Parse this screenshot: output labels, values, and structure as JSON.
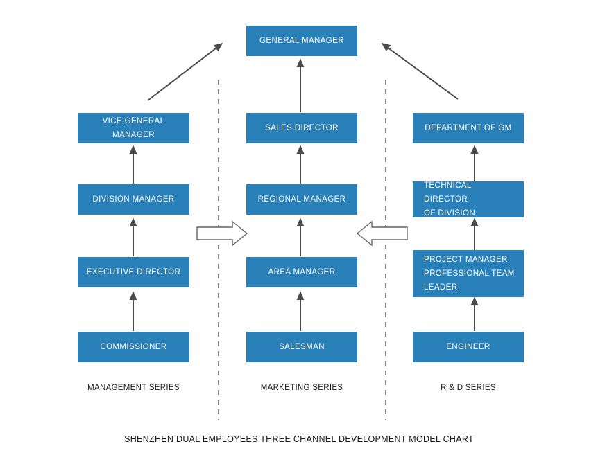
{
  "chart_data": {
    "type": "diagram",
    "title": "SHENZHEN DUAL EMPLOYEES THREE CHANNEL DEVELOPMENT MODEL CHART",
    "top_node": {
      "label": "GENERAL MANAGER"
    },
    "columns": [
      {
        "key": "management",
        "series_label": "MANAGEMENT SERIES",
        "nodes": [
          {
            "label": "VICE GENERAL MANAGER",
            "align": "center"
          },
          {
            "label": "DIVISION MANAGER",
            "align": "center"
          },
          {
            "label": "EXECUTIVE DIRECTOR",
            "align": "center"
          },
          {
            "label": "COMMISSIONER",
            "align": "center"
          }
        ]
      },
      {
        "key": "marketing",
        "series_label": "MARKETING SERIES",
        "nodes": [
          {
            "label": "SALES DIRECTOR",
            "align": "center"
          },
          {
            "label": "REGIONAL MANAGER",
            "align": "center"
          },
          {
            "label": "AREA MANAGER",
            "align": "center"
          },
          {
            "label": "SALESMAN",
            "align": "center"
          }
        ]
      },
      {
        "key": "rnd",
        "series_label": "R & D SERIES",
        "nodes": [
          {
            "label": "DEPARTMENT OF GM",
            "align": "center"
          },
          {
            "label": "TECHNICAL DIRECTOR\nOF DIVISION",
            "align": "left"
          },
          {
            "label": "PROJECT MANAGER\nPROFESSIONAL TEAM\nLEADER",
            "align": "left"
          },
          {
            "label": "ENGINEER",
            "align": "center"
          }
        ]
      }
    ],
    "colors": {
      "box_fill": "#2980b9",
      "box_text": "#ffffff",
      "arrow": "#4a4a4a",
      "block_arrow_stroke": "#666666",
      "divider": "#555555",
      "label_text": "#1a1a1a",
      "background": "#ffffff"
    },
    "connectors": {
      "vertical_arrows": 9,
      "diagonal_arrows": 2,
      "block_arrows": [
        {
          "direction": "right"
        },
        {
          "direction": "left"
        }
      ],
      "dashed_dividers": 2
    }
  }
}
